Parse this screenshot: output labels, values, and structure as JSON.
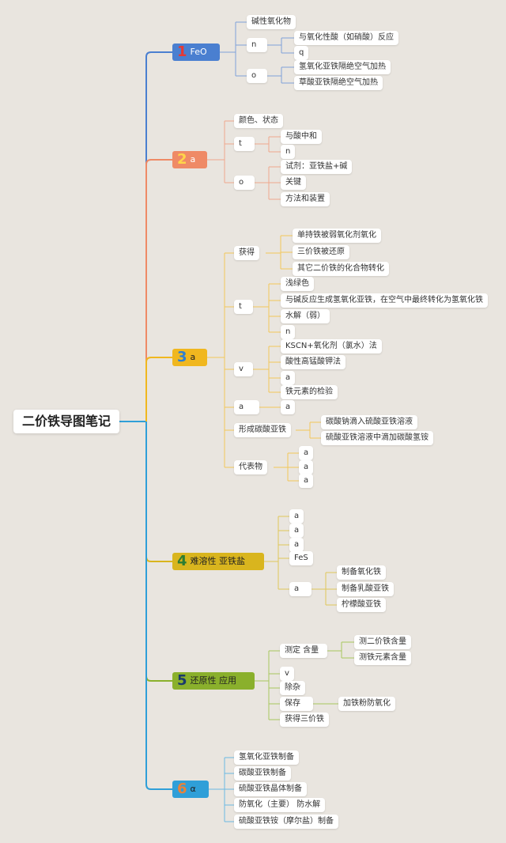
{
  "root": "二价铁导图笔记",
  "b1": {
    "num": "1",
    "label": "FeO",
    "children": [
      "碱性氧化物",
      "n",
      "o"
    ],
    "n": [
      "与氧化性酸（如硝酸）反应",
      "q"
    ],
    "o": [
      "氢氧化亚铁隔绝空气加热",
      "草酸亚铁隔绝空气加热"
    ]
  },
  "b2": {
    "num": "2",
    "label": "a",
    "children": [
      "颜色、状态",
      "t",
      "o"
    ],
    "t": [
      "与酸中和",
      "n"
    ],
    "o": [
      "试剂：亚铁盐+碱",
      "关键",
      "方法和装置"
    ]
  },
  "b3": {
    "num": "3",
    "label": "a",
    "children": [
      "获得",
      "t",
      "v",
      "a",
      "形成碳酸亚铁",
      "代表物"
    ],
    "get": [
      "单持铁被弱氧化剂氧化",
      "三价铁被还原",
      "其它二价铁的化合物转化"
    ],
    "t": [
      "浅绿色",
      "与碱反应生成氢氧化亚铁，在空气中最终转化为氢氧化铁",
      "水解（弱）",
      "n"
    ],
    "v": [
      "KSCN+氧化剂（氯水）法",
      "酸性高锰酸钾法",
      "a",
      "铁元素的检验"
    ],
    "a": [
      "a"
    ],
    "carb": [
      "碳酸钠滴入硫酸亚铁溶液",
      "硫酸亚铁溶液中滴加碳酸氢铵"
    ],
    "rep": [
      "a",
      "a",
      "a"
    ]
  },
  "b4": {
    "num": "4",
    "label": "难溶性 亚铁盐",
    "children": [
      "a",
      "a",
      "a",
      "FeS",
      "a"
    ],
    "a": [
      "制备氧化铁",
      "制备乳酸亚铁",
      "柠檬酸亚铁"
    ]
  },
  "b5": {
    "num": "5",
    "label": "还原性 应用",
    "children": [
      "测定 含量",
      "v",
      "除杂",
      "保存",
      "获得三价铁"
    ],
    "measure": [
      "测二价铁含量",
      "测铁元素含量"
    ],
    "save": [
      "加铁粉防氧化"
    ]
  },
  "b6": {
    "num": "6",
    "label": "α",
    "children": [
      "氢氧化亚铁制备",
      "碳酸亚铁制备",
      "硫酸亚铁晶体制备",
      "防氧化（主要） 防水解",
      "硫酸亚铁铵（摩尔盐）制备"
    ]
  },
  "colors": {
    "b1": "#4a7fd0",
    "b2": "#ef8a66",
    "b3": "#f0b71f",
    "b4": "#d9b51e",
    "b5": "#8ab02c",
    "b6": "#2f9fd8"
  }
}
